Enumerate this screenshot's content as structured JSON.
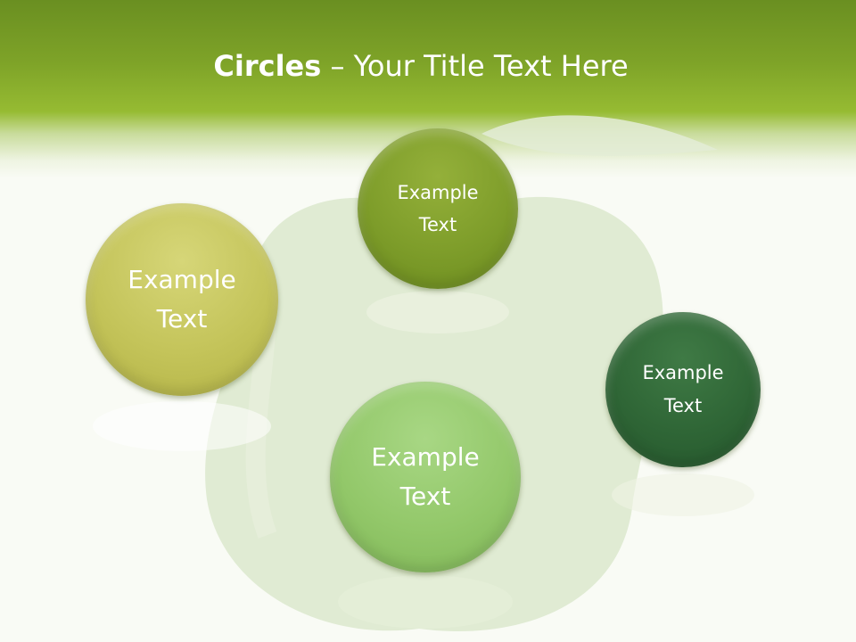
{
  "slide": {
    "title_bold": "Circles",
    "title_rest": " – Your Title Text Here"
  },
  "circles": [
    {
      "line1": "Example",
      "line2": "Text",
      "color": "#c4c45a"
    },
    {
      "line1": "Example",
      "line2": "Text",
      "color": "#7e9d2a"
    },
    {
      "line1": "Example",
      "line2": "Text",
      "color": "#93c86a"
    },
    {
      "line1": "Example",
      "line2": "Text",
      "color": "#2f6636"
    }
  ],
  "colors": {
    "header": "#7ea328",
    "background": "#f9fbf5",
    "apple": "#dbe8cc"
  }
}
